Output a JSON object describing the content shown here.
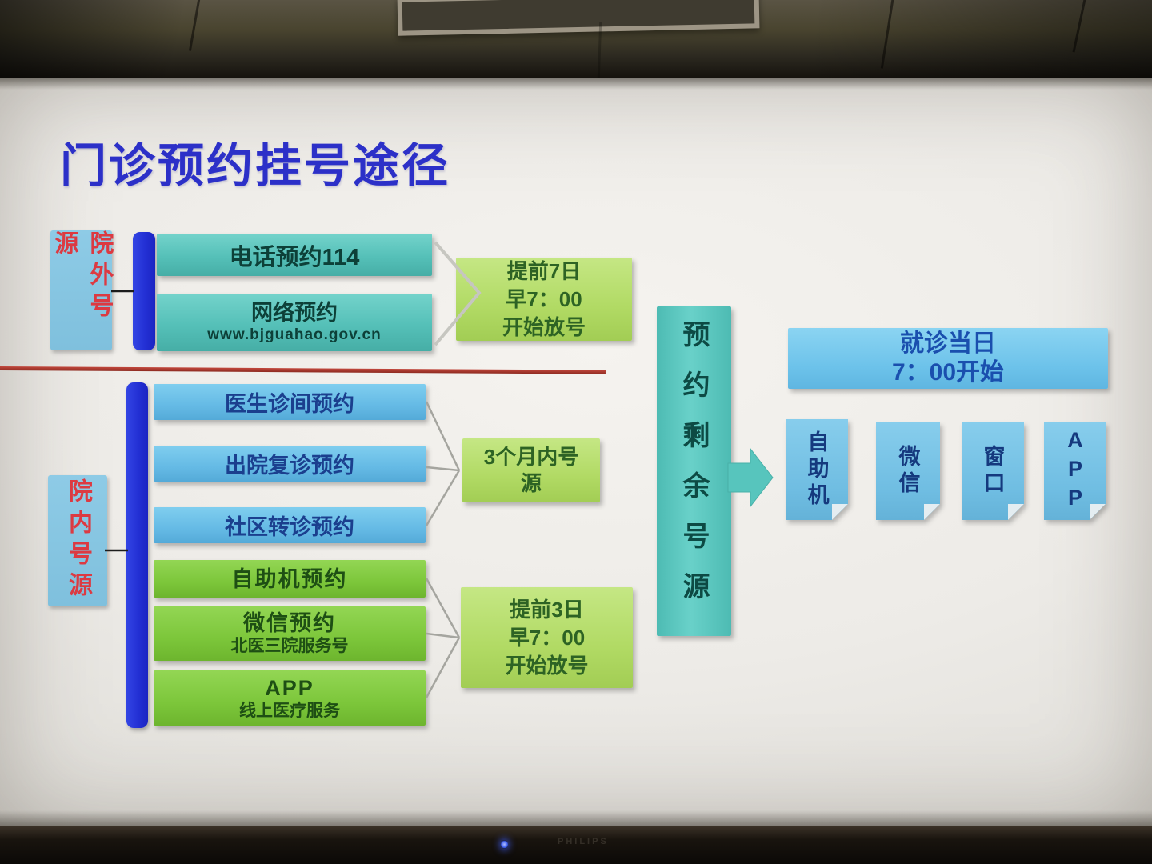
{
  "photo": {
    "brand": "PHILIPS"
  },
  "slide": {
    "title": "门诊预约挂号途径",
    "outside_group": {
      "label": "院外号源",
      "channel1": "电话预约114",
      "channel2_title": "网络预约",
      "channel2_url": "www.bjguahao.gov.cn",
      "release_note": {
        "line1": "提前7日",
        "line2": "早7：00",
        "line3": "开始放号"
      }
    },
    "inside_group": {
      "label": "院内号源",
      "three_month_channels": [
        "医生诊间预约",
        "出院复诊预约",
        "社区转诊预约"
      ],
      "three_month_note": {
        "line1": "3个月内号",
        "line2": "源"
      },
      "three_day_channels": [
        {
          "title": "自助机预约",
          "sub": ""
        },
        {
          "title": "微信预约",
          "sub": "北医三院服务号"
        },
        {
          "title": "APP",
          "sub": "线上医疗服务"
        }
      ],
      "three_day_note": {
        "line1": "提前3日",
        "line2": "早7：00",
        "line3": "开始放号"
      }
    },
    "remaining_source": {
      "label": "预约剩余号源"
    },
    "same_day": {
      "note": {
        "line1": "就诊当日",
        "line2": "7：00开始"
      },
      "channels": [
        "自助机",
        "微信",
        "窗口",
        "APP"
      ]
    }
  },
  "colors": {
    "title_blue": "#2c30c8",
    "label_red": "#dc3a42",
    "divider_red": "#a7332a",
    "bar_blue": "#2330d4",
    "teal": "#55c0b8",
    "sky_blue": "#6cc2ea",
    "green": "#7cc63a",
    "note_green": "#b1da64"
  }
}
